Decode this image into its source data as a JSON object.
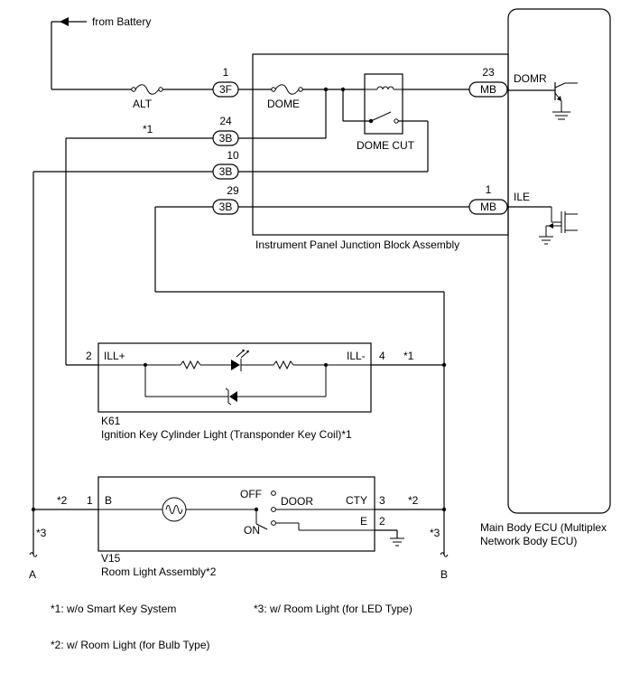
{
  "battery_label": "from Battery",
  "fuses": {
    "alt": "ALT",
    "dome": "DOME"
  },
  "relay": {
    "name": "DOME CUT"
  },
  "junction_block": {
    "name": "Instrument Panel Junction Block Assembly",
    "pins": [
      {
        "num": "1",
        "conn": "3F"
      },
      {
        "num": "24",
        "conn": "3B"
      },
      {
        "num": "10",
        "conn": "3B"
      },
      {
        "num": "29",
        "conn": "3B"
      },
      {
        "num": "23",
        "conn": "MB"
      },
      {
        "num": "1",
        "conn": "MB"
      }
    ]
  },
  "ecu": {
    "name_line1": "Main Body ECU (Multiplex",
    "name_line2": "Network Body ECU)",
    "domr": "DOMR",
    "ile": "ILE"
  },
  "k61": {
    "code": "K61",
    "name": "Ignition Key Cylinder Light (Transponder Key Coil)*1",
    "pin_left": "2",
    "term_left": "ILL+",
    "term_right": "ILL-",
    "pin_right": "4"
  },
  "v15": {
    "code": "V15",
    "name": "Room Light Assembly*2",
    "pin_b_num": "1",
    "pin_b": "B",
    "off": "OFF",
    "door": "DOOR",
    "on": "ON",
    "cty": "CTY",
    "cty_num": "3",
    "e": "E",
    "e_num": "2"
  },
  "wire_notes": {
    "n1a": "*1",
    "n1b": "*1",
    "n2a": "*2",
    "n2b": "*2",
    "n3a": "*3",
    "n3b": "*3",
    "end_a": "A",
    "end_b": "B"
  },
  "footnotes": {
    "f1": "*1: w/o Smart Key System",
    "f2": "*2: w/ Room Light (for Bulb Type)",
    "f3": "*3: w/ Room Light (for LED Type)"
  }
}
